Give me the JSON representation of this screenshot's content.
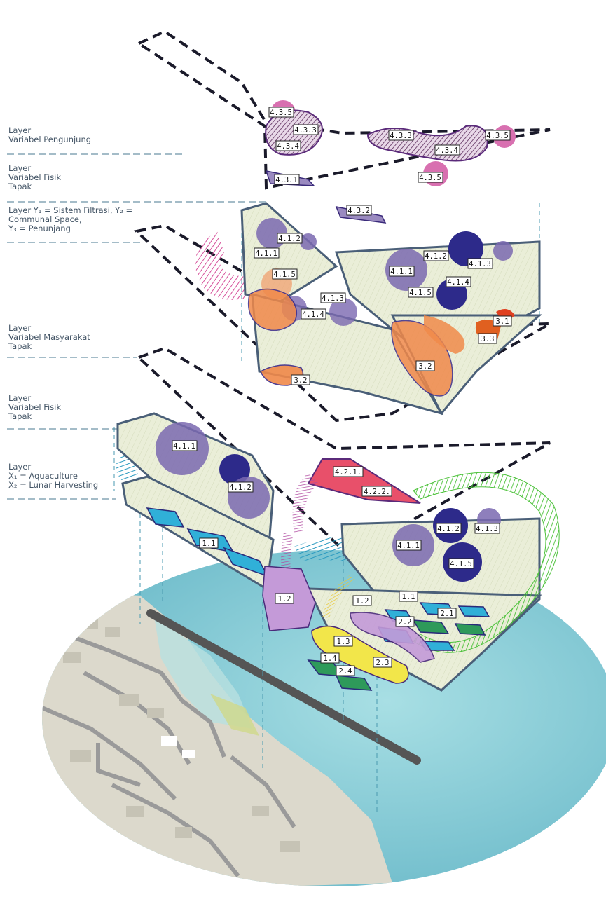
{
  "layer_labels": [
    {
      "lines": [
        "Layer",
        "Variabel Pengunjung"
      ]
    },
    {
      "lines": [
        "Layer",
        "Variabel Fisik",
        "Tapak"
      ]
    },
    {
      "lines": [
        "Layer Y₁ = Sistem Filtrasi, Y₂ =",
        "Communal Space,",
        "Y₃ = Penunjang"
      ]
    },
    {
      "lines": [
        "Layer",
        "Variabel Masyarakat",
        "Tapak"
      ]
    },
    {
      "lines": [
        "Layer",
        "Variabel Fisik",
        "Tapak"
      ]
    },
    {
      "lines": [
        "Layer",
        "X₁ = Aquaculture",
        "X₂ = Lunar Harvesting"
      ]
    }
  ],
  "tags": {
    "visitor": [
      "4.3.5",
      "4.3.3",
      "4.3.4",
      "4.3.1",
      "4.3.2",
      "4.3.3",
      "4.3.4",
      "4.3.5",
      "4.3.5"
    ],
    "y_layer": [
      "4.1.2",
      "4.1.1",
      "4.1.5",
      "4.1.3",
      "4.1.4",
      "4.1.2",
      "4.1.3",
      "4.1.1",
      "4.1.4",
      "4.1.5",
      "3.1",
      "3.3",
      "3.2",
      "3.2"
    ],
    "x_layer": [
      "4.1.1",
      "4.1.2",
      "4.2.1.",
      "4.2.2.",
      "1.1",
      "4.1.2",
      "4.1.3",
      "4.1.1",
      "4.1.5",
      "1.2",
      "1.2",
      "1.1",
      "2.1",
      "2.2",
      "1.3",
      "1.4",
      "2.3",
      "2.4"
    ]
  },
  "colors": {
    "label": "#445566",
    "purple": "#6a5aa8",
    "navy": "#2d2a8a",
    "pink": "#d64f9a",
    "orange": "#f0894a",
    "teal_fill": "#30b0d8",
    "green": "#2e9a5a",
    "lime": "#4cc23a",
    "red": "#e8506a",
    "yellow": "#f2e64a",
    "lavender": "#c49ad8",
    "sea": "#8fcfd6",
    "land": "#d9d6c8",
    "outline": "#4a5f78"
  }
}
